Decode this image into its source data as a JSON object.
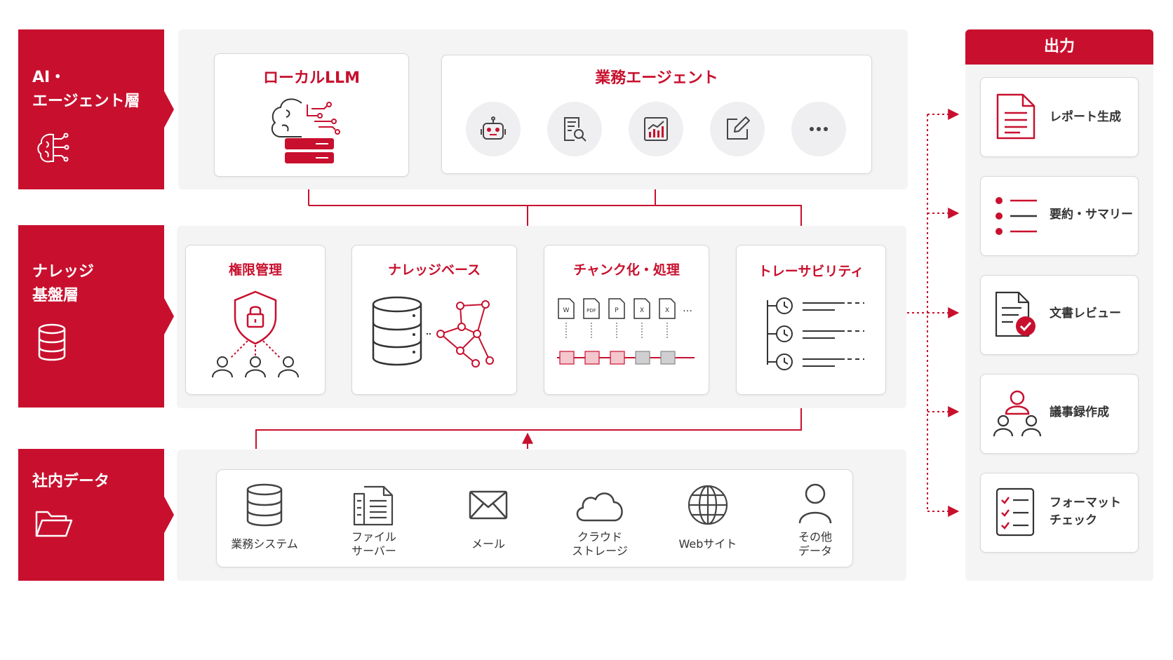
{
  "layers": {
    "ai": {
      "label": "AI・\nエージェント層",
      "icon": "brain-circuit-icon"
    },
    "knowledge": {
      "label": "ナレッジ\n基盤層",
      "icon": "database-icon"
    },
    "data": {
      "label": "社内データ",
      "icon": "folder-icon"
    }
  },
  "ai_layer": {
    "local_llm": {
      "title": "ローカルLLM",
      "icon": "brain-server-icon"
    },
    "agents": {
      "title": "業務エージェント",
      "icons": [
        "robot-icon",
        "document-search-icon",
        "chart-icon",
        "edit-icon",
        "more-icon"
      ]
    }
  },
  "knowledge_layer": {
    "permissions": {
      "title": "権限管理",
      "icon": "lock-shield-icon"
    },
    "knowledge_base": {
      "title": "ナレッジベース",
      "icon": "database-graph-icon"
    },
    "chunking": {
      "title": "チャンク化・処理",
      "file_labels": [
        "W",
        "PDF",
        "P",
        "X",
        "X"
      ],
      "ellipsis": "…"
    },
    "traceability": {
      "title": "トレーサビリティ",
      "icon": "timeline-clock-icon"
    }
  },
  "data_sources": [
    {
      "label": "業務システム",
      "icon": "database-icon"
    },
    {
      "label": "ファイル\nサーバー",
      "icon": "file-server-icon"
    },
    {
      "label": "メール",
      "icon": "mail-icon"
    },
    {
      "label": "クラウド\nストレージ",
      "icon": "cloud-icon"
    },
    {
      "label": "Webサイト",
      "icon": "globe-icon"
    },
    {
      "label": "その他\nデータ",
      "icon": "user-icon"
    }
  ],
  "output": {
    "header": "出力",
    "items": [
      {
        "label": "レポート生成",
        "icon": "report-icon"
      },
      {
        "label": "要約・サマリー",
        "icon": "list-icon"
      },
      {
        "label": "文書レビュー",
        "icon": "document-check-icon"
      },
      {
        "label": "議事録作成",
        "icon": "meeting-icon"
      },
      {
        "label": "フォーマット\nチェック",
        "icon": "checklist-icon"
      }
    ]
  },
  "colors": {
    "accent": "#c8102e",
    "band": "#f4f4f5",
    "border": "#d8d8dc",
    "text": "#333333",
    "icon_gray": "#444444"
  }
}
